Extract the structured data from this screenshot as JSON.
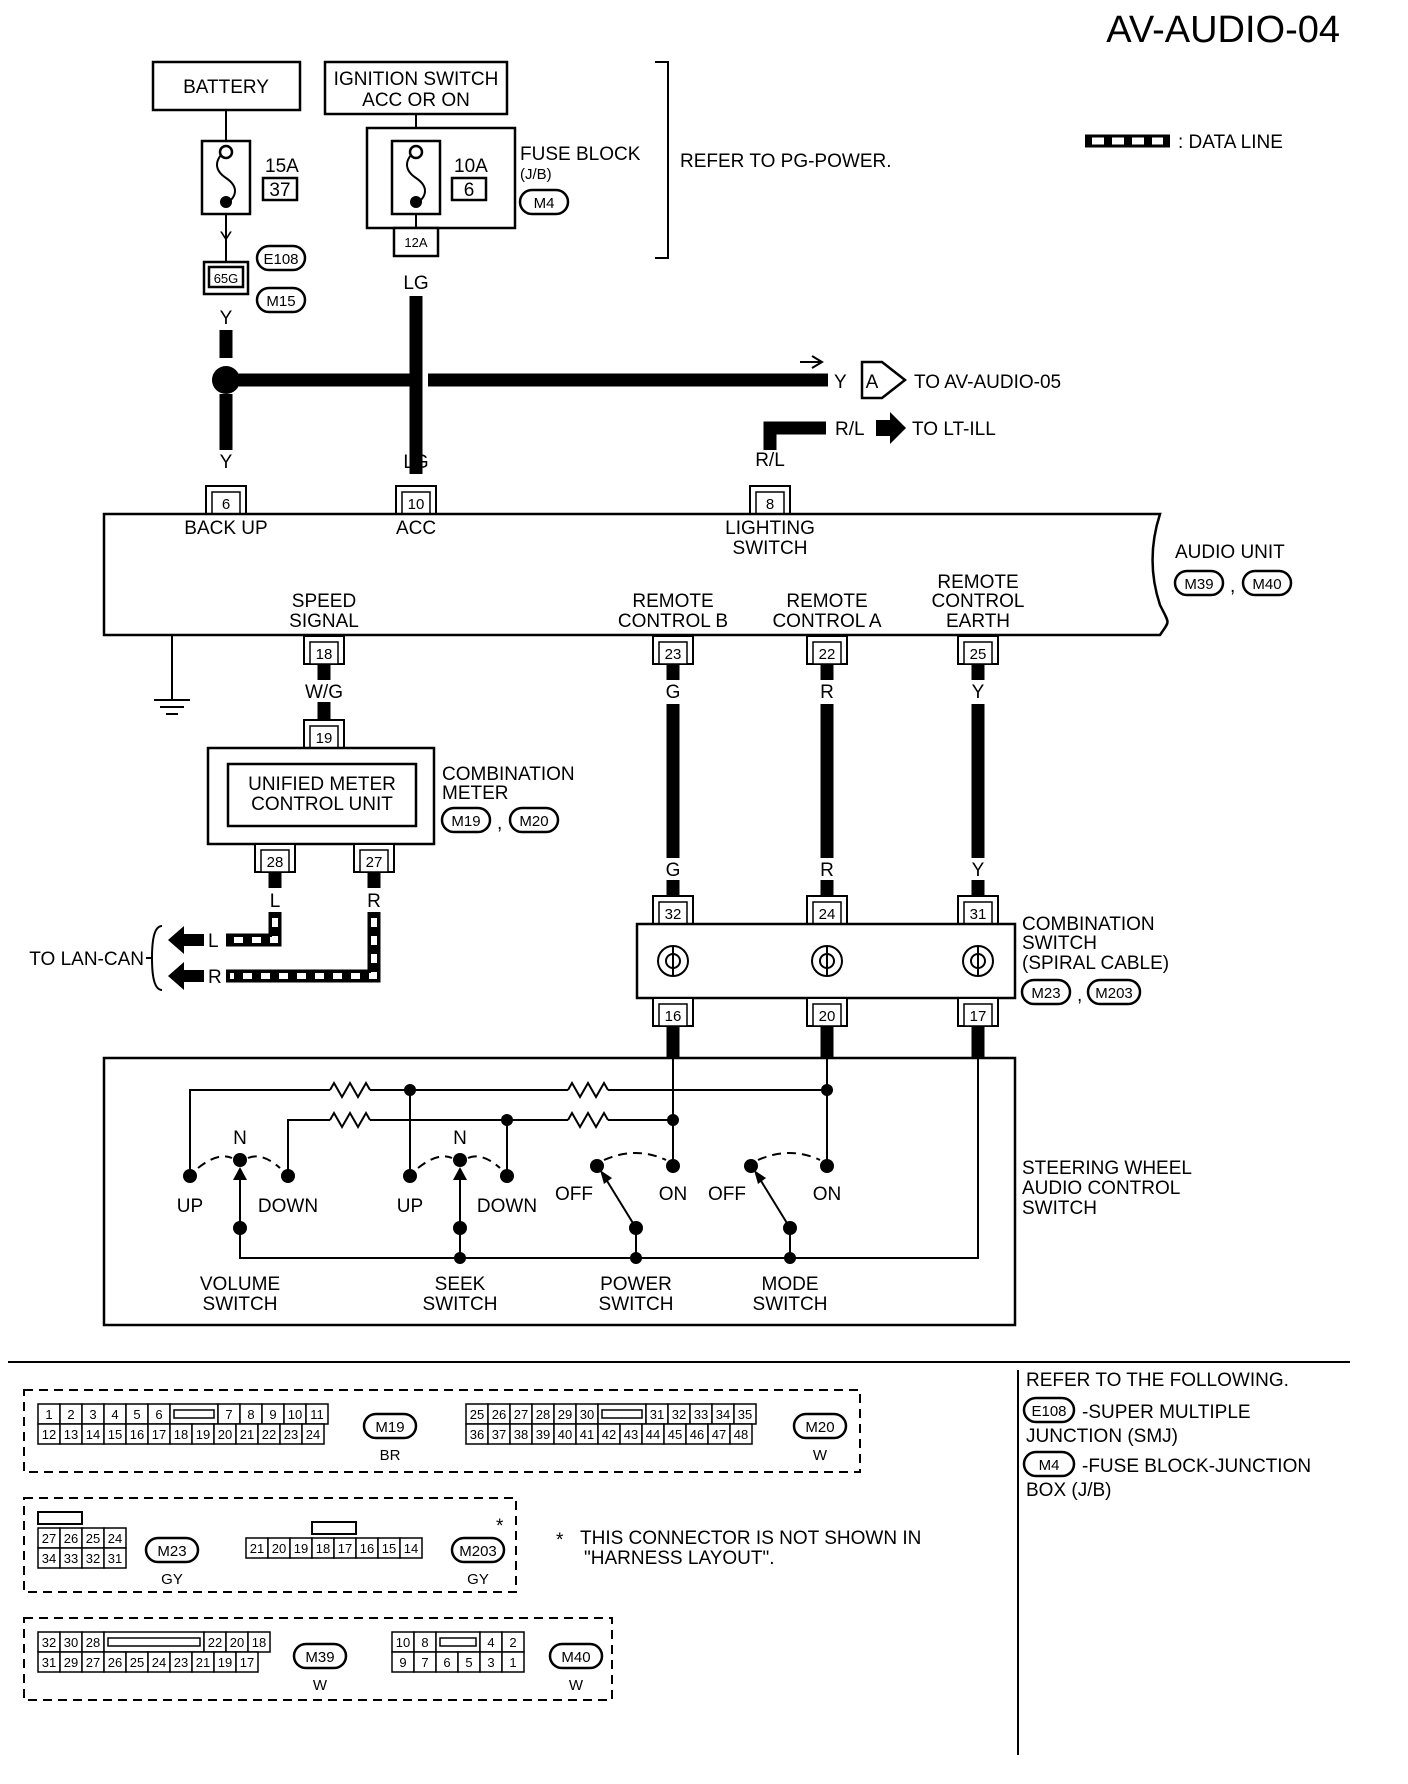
{
  "page_title": "AV-AUDIO-04",
  "legend": {
    "data_line": ": DATA LINE"
  },
  "power": {
    "battery": "BATTERY",
    "ignition_1": "IGNITION SWITCH",
    "ignition_2": "ACC OR ON",
    "fuse_15a": "15A",
    "fuse_37": "37",
    "fuse_10a": "10A",
    "fuse_6": "6",
    "fuse_block_1": "FUSE BLOCK",
    "fuse_block_2": "(J/B)",
    "fuse_block_conn": "M4",
    "refer_pg": "REFER TO PG-POWER.",
    "term_12a": "12A",
    "term_65g": "65G",
    "conn_e108": "E108",
    "conn_m15": "M15"
  },
  "wires": {
    "y": "Y",
    "lg": "LG",
    "rl": "R/L",
    "wg": "W/G",
    "g": "G",
    "r": "R",
    "l": "L"
  },
  "offpage": {
    "to_audio05": "TO AV-AUDIO-05",
    "marker_a": "A",
    "to_ltill": "TO LT-ILL",
    "to_lancan": "TO LAN-CAN"
  },
  "audio_unit": {
    "label": "AUDIO UNIT",
    "conn_m39": "M39",
    "conn_m40": "M40",
    "comma": ",",
    "pin6": "6",
    "backup": "BACK UP",
    "pin10": "10",
    "acc": "ACC",
    "pin8": "8",
    "lighting_1": "LIGHTING",
    "lighting_2": "SWITCH",
    "speed_1": "SPEED",
    "speed_2": "SIGNAL",
    "pin18": "18",
    "rcb_1": "REMOTE",
    "rcb_2": "CONTROL B",
    "pin23": "23",
    "rca_1": "REMOTE",
    "rca_2": "CONTROL A",
    "pin22": "22",
    "rce_1": "REMOTE",
    "rce_2": "CONTROL",
    "rce_3": "EARTH",
    "pin25": "25"
  },
  "meter": {
    "inner_1": "UNIFIED METER",
    "inner_2": "CONTROL UNIT",
    "label_1": "COMBINATION",
    "label_2": "METER",
    "conn_m19": "M19",
    "conn_m20": "M20",
    "pin19": "19",
    "pin28": "28",
    "pin27": "27"
  },
  "spiral": {
    "label_1": "COMBINATION",
    "label_2": "SWITCH",
    "label_3": "(SPIRAL CABLE)",
    "conn_m23": "M23",
    "conn_m203": "M203",
    "pin32": "32",
    "pin24": "24",
    "pin31": "31",
    "pin16": "16",
    "pin20": "20",
    "pin17": "17"
  },
  "steering": {
    "label_1": "STEERING WHEEL",
    "label_2": "AUDIO CONTROL",
    "label_3": "SWITCH",
    "n": "N",
    "up": "UP",
    "down": "DOWN",
    "off": "OFF",
    "on": "ON",
    "volume_1": "VOLUME",
    "volume_2": "SWITCH",
    "seek_1": "SEEK",
    "seek_2": "SWITCH",
    "power_1": "POWER",
    "power_2": "SWITCH",
    "mode_1": "MODE",
    "mode_2": "SWITCH"
  },
  "connectors": {
    "m19_top": [
      "1",
      "2",
      "3",
      "4",
      "5",
      "6",
      "",
      "7",
      "8",
      "9",
      "10",
      "11"
    ],
    "m19_bot": [
      "12",
      "13",
      "14",
      "15",
      "16",
      "17",
      "18",
      "19",
      "20",
      "21",
      "22",
      "23",
      "24"
    ],
    "m19_id": "M19",
    "m19_color": "BR",
    "m20_top": [
      "25",
      "26",
      "27",
      "28",
      "29",
      "30",
      "",
      "31",
      "32",
      "33",
      "34",
      "35"
    ],
    "m20_bot": [
      "36",
      "37",
      "38",
      "39",
      "40",
      "41",
      "42",
      "43",
      "44",
      "45",
      "46",
      "47",
      "48"
    ],
    "m20_id": "M20",
    "m20_color": "W",
    "m23_top": [
      "27",
      "26",
      "25",
      "24"
    ],
    "m23_bot": [
      "34",
      "33",
      "32",
      "31"
    ],
    "m23_id": "M23",
    "m23_color": "GY",
    "m203_row": [
      "21",
      "20",
      "19",
      "18",
      "17",
      "16",
      "15",
      "14"
    ],
    "m203_id": "M203",
    "m203_color": "GY",
    "star": "*",
    "star_note_1": "THIS CONNECTOR IS NOT SHOWN IN",
    "star_note_2": "\"HARNESS LAYOUT\".",
    "m39_top": [
      "32",
      "30",
      "28",
      "",
      "22",
      "20",
      "18"
    ],
    "m39_bot": [
      "31",
      "29",
      "27",
      "26",
      "25",
      "24",
      "23",
      "21",
      "19",
      "17"
    ],
    "m39_id": "M39",
    "m39_color": "W",
    "m40_top": [
      "10",
      "8",
      "",
      "4",
      "2"
    ],
    "m40_bot": [
      "9",
      "7",
      "6",
      "5",
      "3",
      "1"
    ],
    "m40_id": "M40",
    "m40_color": "W"
  },
  "refer_panel": {
    "heading": "REFER TO THE FOLLOWING.",
    "e108_id": "E108",
    "e108_1": "-SUPER MULTIPLE",
    "e108_2": "JUNCTION (SMJ)",
    "m4_id": "M4",
    "m4_1": "-FUSE BLOCK-JUNCTION",
    "m4_2": "BOX (J/B)"
  }
}
